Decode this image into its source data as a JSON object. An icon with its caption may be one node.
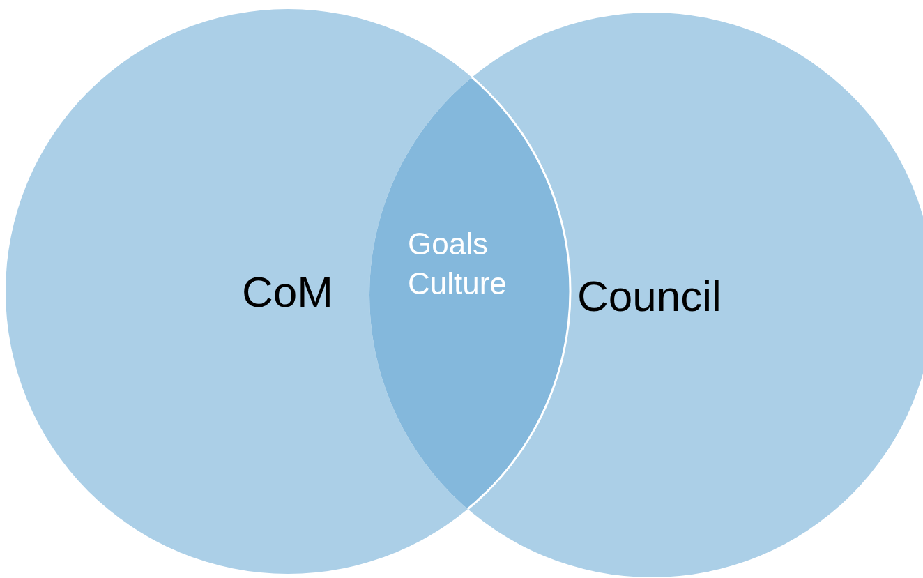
{
  "diagram": {
    "nodes": [
      {
        "text": [
          "CoM"
        ]
      },
      {
        "text": [
          "Council"
        ]
      },
      {
        "text": [
          "Goals",
          "Culture"
        ]
      }
    ]
  }
}
